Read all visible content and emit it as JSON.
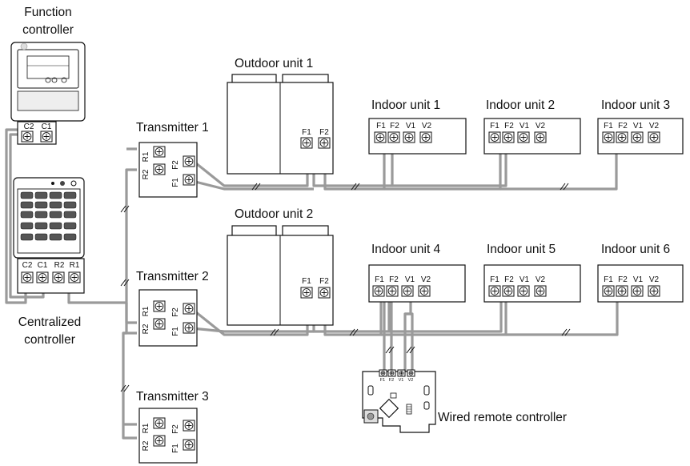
{
  "labels": {
    "function_controller": [
      "Function",
      "controller"
    ],
    "centralized_controller": [
      "Centralized",
      "controller"
    ],
    "outdoor_unit_1": "Outdoor unit 1",
    "outdoor_unit_2": "Outdoor unit 2",
    "indoor_unit_1": "Indoor unit 1",
    "indoor_unit_2": "Indoor unit 2",
    "indoor_unit_3": "Indoor unit 3",
    "indoor_unit_4": "Indoor unit 4",
    "indoor_unit_5": "Indoor unit 5",
    "indoor_unit_6": "Indoor unit 6",
    "transmitter_1": "Transmitter 1",
    "transmitter_2": "Transmitter 2",
    "transmitter_3": "Transmitter 3",
    "wired_remote": "Wired remote controller"
  },
  "terminals": {
    "function_controller": [
      "C2",
      "C1"
    ],
    "centralized_controller": [
      "C2",
      "C1",
      "R2",
      "R1"
    ],
    "outdoor_unit": [
      "F1",
      "F2"
    ],
    "indoor_unit": [
      "F1",
      "F2",
      "V1",
      "V2"
    ],
    "transmitter_left": [
      "R1",
      "R2"
    ],
    "transmitter_right": [
      "F2",
      "F1"
    ],
    "wired_remote": [
      "F1",
      "F2",
      "V1",
      "V2"
    ]
  },
  "colors": {
    "wire": "#9a9a9a",
    "outline": "#111111"
  }
}
